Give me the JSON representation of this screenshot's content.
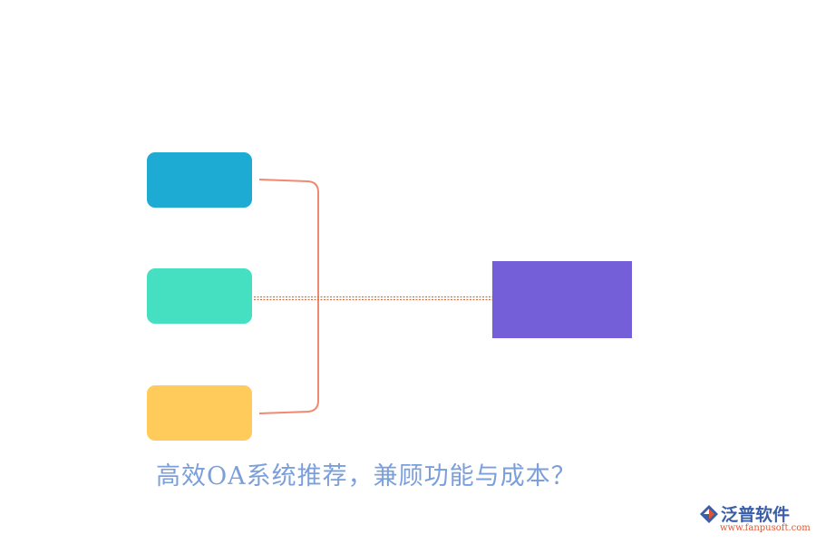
{
  "caption": "高效OA系统推荐，兼顾功能与成本？",
  "logo": {
    "name": "泛普软件",
    "url": "www.fanpusoft.com"
  },
  "colors": {
    "node_1": "#1eabd3",
    "node_2": "#45dfc2",
    "node_3": "#ffcb5b",
    "target": "#755fd8",
    "connector": "#ef8a70",
    "dotted_line": "#c8754a",
    "caption": "#7b9fdb",
    "logo_name": "#3a5fa8",
    "logo_url": "#e0562f"
  }
}
